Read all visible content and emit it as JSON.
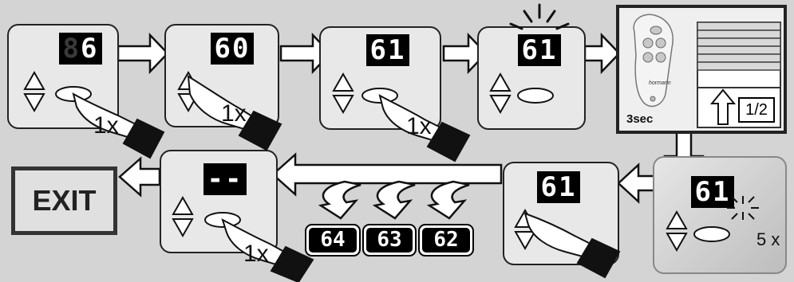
{
  "steps": [
    {
      "display": "6",
      "display_dim": "8",
      "press": "1x"
    },
    {
      "display": "60",
      "press": "1x"
    },
    {
      "display": "61",
      "press": "1x"
    },
    {
      "display": "61"
    },
    {
      "remote": {
        "label": "3sec",
        "brand": "hormann",
        "position": "1/2"
      }
    },
    {
      "display": "61",
      "press": "5 x"
    },
    {
      "display": "61"
    },
    {
      "display": "--",
      "press": "1x"
    }
  ],
  "options": [
    "64",
    "63",
    "62"
  ],
  "exit_label": "EXIT",
  "colors": {
    "panel": "#e8e8e8",
    "display": "#000000",
    "background": "#d4d4d4"
  }
}
